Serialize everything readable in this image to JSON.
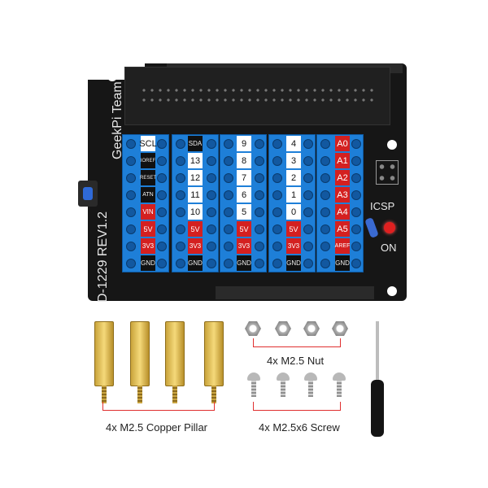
{
  "board": {
    "model": "D-1229 REV1.2",
    "brand": "GeekPi Team",
    "icsp_label": "ICSP",
    "led_label": "ON"
  },
  "pin_columns": [
    {
      "labels": [
        "SCL",
        "IOREF",
        "RESET",
        "ATN",
        "VIN",
        "5V",
        "3V3",
        "GND"
      ],
      "styles": [
        "white",
        "black",
        "black",
        "black",
        "red",
        "red",
        "red",
        "black"
      ]
    },
    {
      "labels": [
        "SDA",
        "13",
        "12",
        "11",
        "10",
        "5V",
        "3V3",
        "GND"
      ],
      "styles": [
        "black",
        "white",
        "white",
        "white",
        "white",
        "red",
        "red",
        "black"
      ]
    },
    {
      "labels": [
        "9",
        "8",
        "7",
        "6",
        "5",
        "5V",
        "3V3",
        "GND"
      ],
      "styles": [
        "white",
        "white",
        "white",
        "white",
        "white",
        "red",
        "red",
        "black"
      ]
    },
    {
      "labels": [
        "4",
        "3",
        "2",
        "1",
        "0",
        "5V",
        "3V3",
        "GND"
      ],
      "styles": [
        "white",
        "white",
        "white",
        "white",
        "white",
        "red",
        "red",
        "black"
      ]
    },
    {
      "labels": [
        "A0",
        "A1",
        "A2",
        "A3",
        "A4",
        "A5",
        "AREF",
        "GND"
      ],
      "styles": [
        "red",
        "red",
        "red",
        "red",
        "red",
        "red",
        "red",
        "black"
      ]
    }
  ],
  "hardware": {
    "nut_label": "4x M2.5 Nut",
    "pillar_label": "4x M2.5 Copper Pillar",
    "screw_label": "4x M2.5x6 Screw"
  },
  "colors": {
    "board": "#161616",
    "terminal_blue": "#1e7fd8",
    "label_red": "#d42020"
  }
}
